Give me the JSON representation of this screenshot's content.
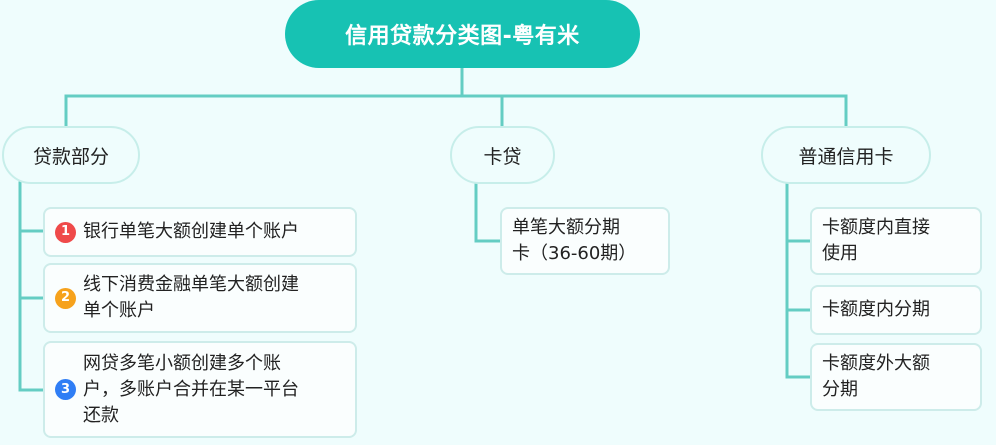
{
  "root": {
    "title": "信用贷款分类图-粤有米"
  },
  "categories": [
    {
      "label": "贷款部分",
      "items": [
        {
          "badge": "1",
          "badge_color": "#ef4a4a",
          "text": "银行单笔大额创建单个账户"
        },
        {
          "badge": "2",
          "badge_color": "#f6a21c",
          "text": "线下消费金融单笔大额创建\n单个账户"
        },
        {
          "badge": "3",
          "badge_color": "#2f7ef5",
          "text": "网贷多笔小额创建多个账\n户，多账户合并在某一平台\n还款"
        }
      ]
    },
    {
      "label": "卡贷",
      "items": [
        {
          "text": "单笔大额分期\n卡（36-60期）"
        }
      ]
    },
    {
      "label": "普通信用卡",
      "items": [
        {
          "text": "卡额度内直接\n使用"
        },
        {
          "text": "卡额度内分期"
        },
        {
          "text": "卡额度外大额\n分期"
        }
      ]
    }
  ],
  "colors": {
    "accent": "#17c2b3",
    "connector": "#64cdc3",
    "background": "#effdfd"
  }
}
